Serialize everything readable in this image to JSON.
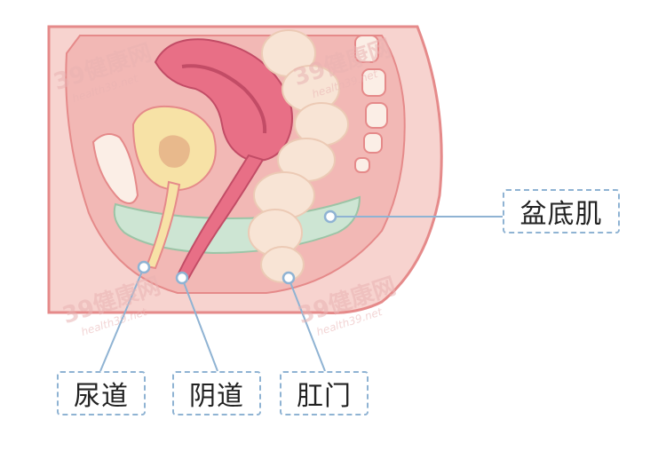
{
  "labels": {
    "pelvic_floor_muscle": "盆底肌",
    "urethra": "尿道",
    "vagina": "阴道",
    "anus": "肛门"
  },
  "watermark": {
    "mark": "39健康网",
    "url": "health39.net"
  },
  "colors": {
    "skin_outline": "#e58a8a",
    "skin_fill": "#f5c9c4",
    "uterus": "#e86f86",
    "bladder": "#f7e2a6",
    "intestine": "#f8e4d5",
    "pelvic_muscle": "#cde5d3",
    "leader_line": "#8fb3d3",
    "label_border": "#8fb3d3"
  }
}
